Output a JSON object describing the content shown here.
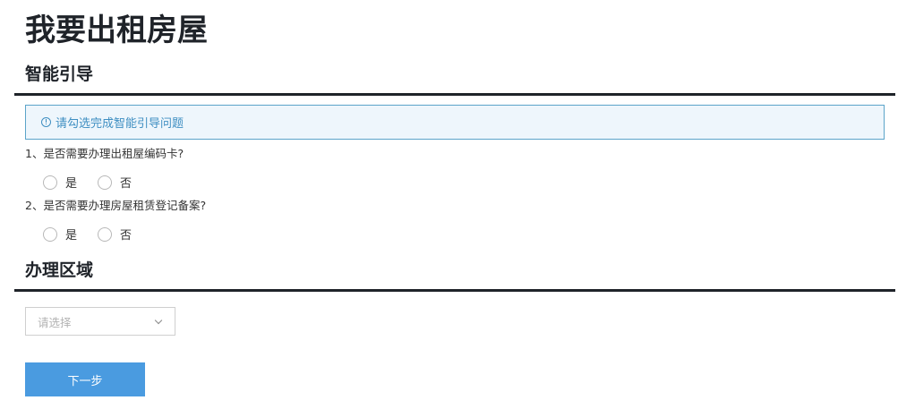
{
  "page": {
    "title": "我要出租房屋"
  },
  "guide": {
    "title": "智能引导",
    "alert": {
      "icon": "info-circle-icon",
      "text": "请勾选完成智能引导问题"
    },
    "questions": [
      {
        "text": "1、是否需要办理出租屋编码卡?",
        "options": [
          "是",
          "否"
        ]
      },
      {
        "text": "2、是否需要办理房屋租赁登记备案?",
        "options": [
          "是",
          "否"
        ]
      }
    ]
  },
  "region": {
    "title": "办理区域",
    "select": {
      "placeholder": "请选择",
      "icon": "chevron-down-icon"
    }
  },
  "actions": {
    "next_label": "下一步"
  },
  "colors": {
    "title": "#1f2329",
    "alert_border": "#5ba4c9",
    "alert_bg": "#eef6fc",
    "alert_text": "#3f8fc2",
    "button_bg": "#4a9be0"
  }
}
